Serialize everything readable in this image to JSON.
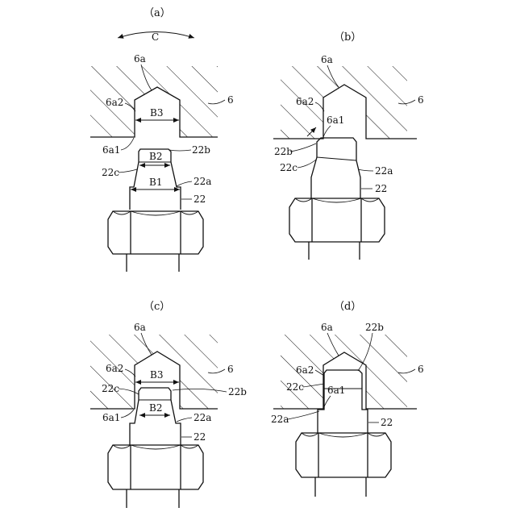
{
  "panels": {
    "a": {
      "title": "（a）",
      "rotation_label": "C",
      "labels": {
        "tip": "6a",
        "mold": "6",
        "side": "6a2",
        "edge": "6a1",
        "width_hole": "B3",
        "width_top": "B2",
        "width_body": "B1",
        "stud_top": "22b",
        "stud_shoulder": "22c",
        "stud_side": "22a",
        "stud": "22"
      }
    },
    "b": {
      "title": "（b）",
      "labels": {
        "tip": "6a",
        "mold": "6",
        "side": "6a2",
        "edge": "6a1",
        "stud_top": "22b",
        "stud_shoulder": "22c",
        "stud_side": "22a",
        "stud": "22"
      }
    },
    "c": {
      "title": "（c）",
      "labels": {
        "tip": "6a",
        "mold": "6",
        "side": "6a2",
        "width_hole": "B3",
        "stud_shoulder": "22c",
        "stud_top": "22b",
        "width_top": "B2",
        "edge": "6a1",
        "stud_side": "22a",
        "stud": "22"
      }
    },
    "d": {
      "title": "（d）",
      "labels": {
        "tip": "6a",
        "stud_top": "22b",
        "mold": "6",
        "side": "6a2",
        "stud_shoulder": "22c",
        "edge": "6a1",
        "stud_side": "22a",
        "stud": "22"
      }
    }
  }
}
